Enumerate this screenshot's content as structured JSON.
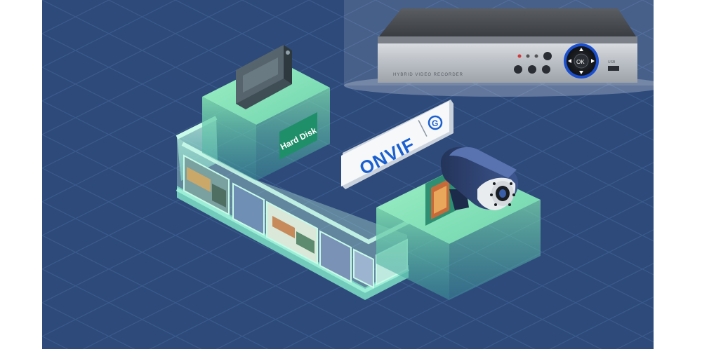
{
  "hard_disk_label": "Hard Disk",
  "onvif_logo": "ONVIF",
  "onvif_badge": "G",
  "dvr": {
    "caption": "HYBRID VIDEO RECORDER",
    "ok_button": "OK",
    "usb_label": "USB"
  },
  "colors": {
    "background": "#2e4a7a",
    "grid": "#3d5c8f",
    "platform_top": "#8ee8b8",
    "platform_side": "#58c9a0",
    "tube": "#a8f0d8",
    "accent_blue": "#1a5fd0",
    "dvr_body": "#4a4d52"
  }
}
